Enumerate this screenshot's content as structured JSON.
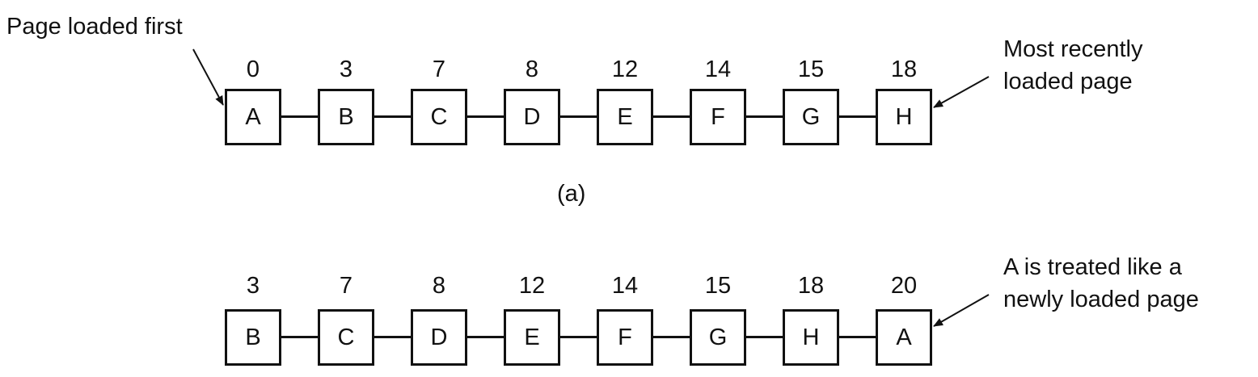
{
  "diagram_a": {
    "caption": "(a)",
    "pages": [
      {
        "page": "A",
        "time": "0"
      },
      {
        "page": "B",
        "time": "3"
      },
      {
        "page": "C",
        "time": "7"
      },
      {
        "page": "D",
        "time": "8"
      },
      {
        "page": "E",
        "time": "12"
      },
      {
        "page": "F",
        "time": "14"
      },
      {
        "page": "G",
        "time": "15"
      },
      {
        "page": "H",
        "time": "18"
      }
    ],
    "annotation_left": "Page loaded first",
    "annotation_right_line1": "Most recently",
    "annotation_right_line2": "loaded page"
  },
  "diagram_b": {
    "pages": [
      {
        "page": "B",
        "time": "3"
      },
      {
        "page": "C",
        "time": "7"
      },
      {
        "page": "D",
        "time": "8"
      },
      {
        "page": "E",
        "time": "12"
      },
      {
        "page": "F",
        "time": "14"
      },
      {
        "page": "G",
        "time": "15"
      },
      {
        "page": "H",
        "time": "18"
      },
      {
        "page": "A",
        "time": "20"
      }
    ],
    "annotation_right_line1": "A is treated like a",
    "annotation_right_line2": "newly loaded page"
  }
}
